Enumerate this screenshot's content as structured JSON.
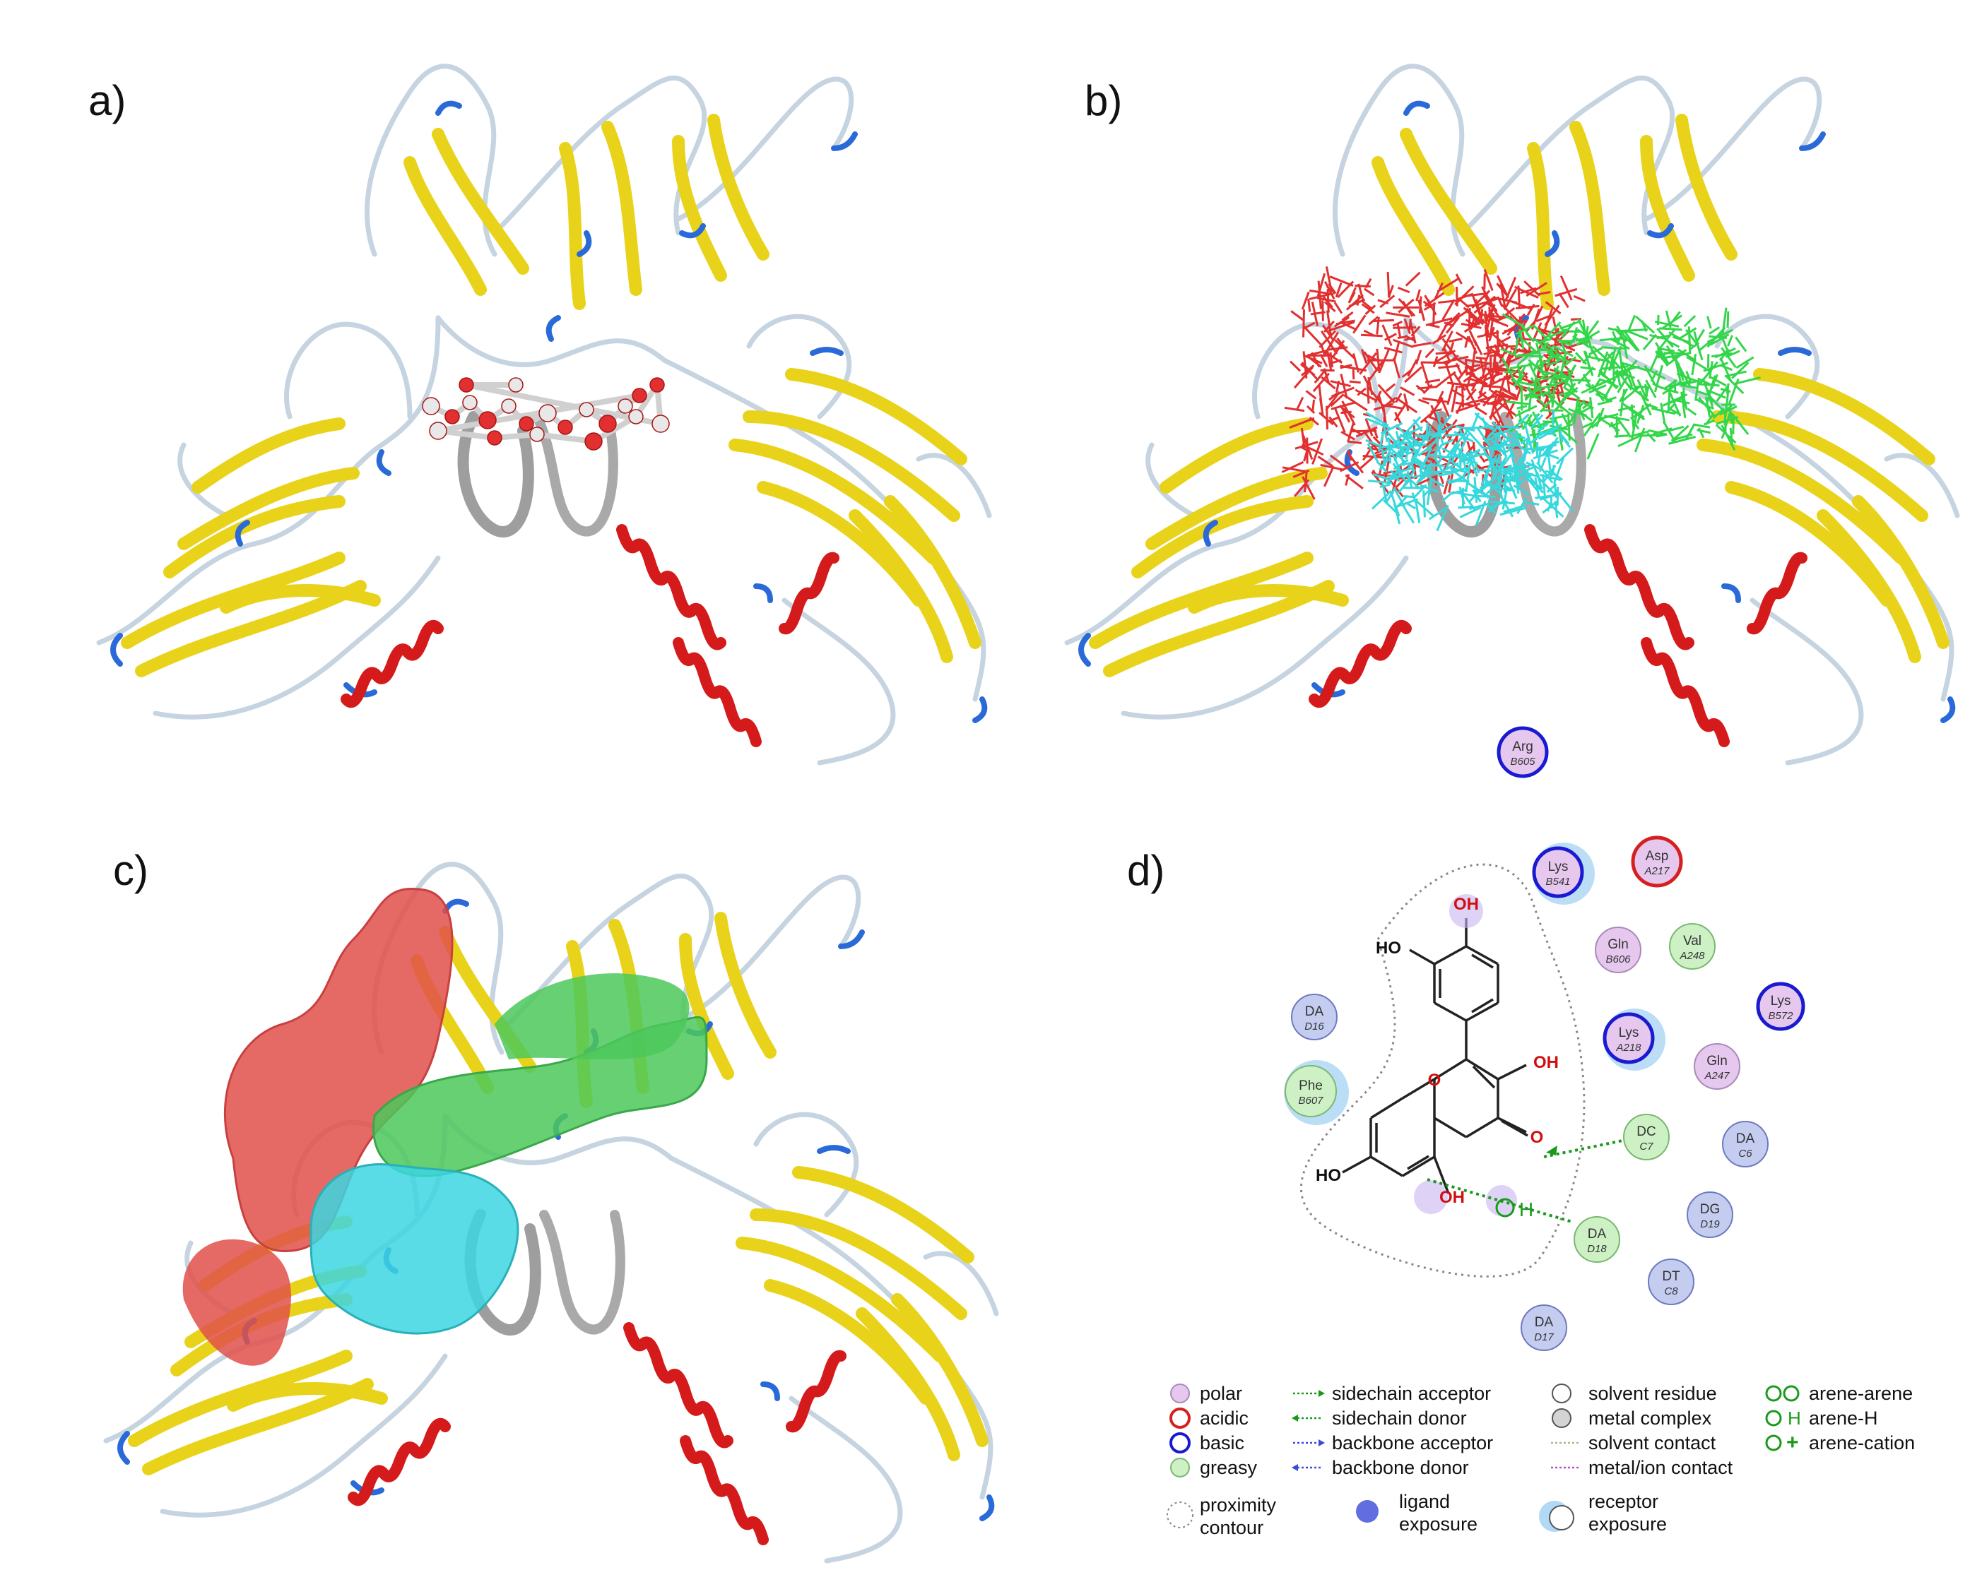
{
  "panels": {
    "a": {
      "label": "a)"
    },
    "b": {
      "label": "b)"
    },
    "c": {
      "label": "c)"
    },
    "d": {
      "label": "d)"
    }
  },
  "colors": {
    "strand": "#e8d31a",
    "helix": "#d41a1a",
    "coil": "#c5d4e0",
    "turn": "#2a6ad8",
    "ligand_red": "#e23030",
    "ligand_green": "#33d64a",
    "ligand_cyan": "#35d8dc",
    "polar_fill": "#e6c8ee",
    "acidic_ring": "#d62020",
    "basic_ring": "#1a1ad0",
    "greasy_fill": "#cdf1c5",
    "nucleotide_fill": "#c4cdf0"
  },
  "ligand_atoms": {
    "oh_labels": [
      "OH",
      "HO",
      "OH",
      "HO",
      "OH"
    ],
    "ring_oxygen": "O",
    "carbonyl_oxygen": "O",
    "arene_h": "H"
  },
  "residues": [
    {
      "name": "Arg",
      "id": "B605",
      "type": "basic"
    },
    {
      "name": "Lys",
      "id": "B541",
      "type": "basic"
    },
    {
      "name": "Asp",
      "id": "A217",
      "type": "acidic"
    },
    {
      "name": "Gln",
      "id": "B606",
      "type": "polar"
    },
    {
      "name": "Val",
      "id": "A248",
      "type": "greasy"
    },
    {
      "name": "Lys",
      "id": "B572",
      "type": "basic"
    },
    {
      "name": "DA",
      "id": "D16",
      "type": "nucleotide"
    },
    {
      "name": "Lys",
      "id": "A218",
      "type": "basic"
    },
    {
      "name": "Gln",
      "id": "A247",
      "type": "polar"
    },
    {
      "name": "Phe",
      "id": "B607",
      "type": "greasy"
    },
    {
      "name": "DC",
      "id": "C7",
      "type": "greasy"
    },
    {
      "name": "DA",
      "id": "C6",
      "type": "nucleotide"
    },
    {
      "name": "DA",
      "id": "D18",
      "type": "greasy"
    },
    {
      "name": "DG",
      "id": "D19",
      "type": "nucleotide"
    },
    {
      "name": "DT",
      "id": "C8",
      "type": "nucleotide"
    },
    {
      "name": "DA",
      "id": "D17",
      "type": "nucleotide"
    }
  ],
  "legend": {
    "col1": [
      "polar",
      "acidic",
      "basic",
      "greasy",
      "proximity",
      "contour"
    ],
    "col2": [
      "sidechain acceptor",
      "sidechain donor",
      "backbone acceptor",
      "backbone donor",
      "ligand",
      "exposure"
    ],
    "col3": [
      "solvent residue",
      "metal complex",
      "solvent contact",
      "metal/ion contact",
      "receptor",
      "exposure"
    ],
    "col4": [
      "arene-arene",
      "arene-H",
      "arene-cation"
    ]
  }
}
